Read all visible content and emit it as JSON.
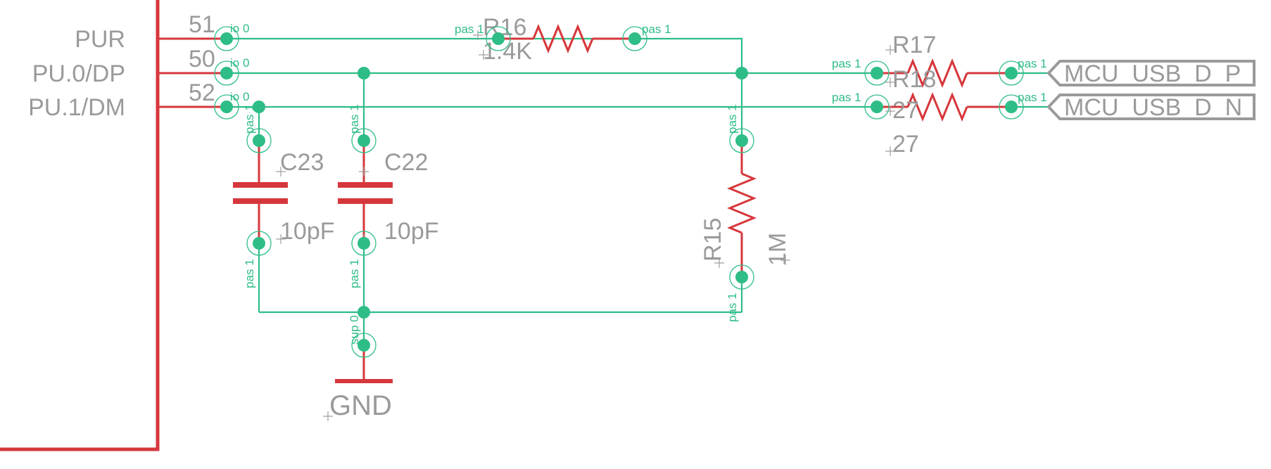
{
  "mcu_pins": {
    "pur": {
      "label": "PUR",
      "number": "51",
      "type": "io 0"
    },
    "dp": {
      "label": "PU.0/DP",
      "number": "50",
      "type": "io 0"
    },
    "dm": {
      "label": "PU.1/DM",
      "number": "52",
      "type": "io 0"
    }
  },
  "r16": {
    "ref": "R16",
    "value": "1.4K",
    "pin_left": "pas 1",
    "pin_right": "pas 1"
  },
  "r17": {
    "ref": "R17",
    "value": "27",
    "pin_left": "pas 1",
    "pin_right": "pas 1"
  },
  "r18": {
    "ref": "R18",
    "value": "27",
    "pin_left": "pas 1",
    "pin_right": "pas 1"
  },
  "r15": {
    "ref": "R15",
    "value": "1M",
    "pin_top": "pas 1",
    "pin_bottom": "pas 1"
  },
  "c23": {
    "ref": "C23",
    "value": "10pF",
    "pin_top": "pas 1",
    "pin_bottom": "pas 1"
  },
  "c22": {
    "ref": "C22",
    "value": "10pF",
    "pin_top": "pas 1",
    "pin_bottom": "pas 1"
  },
  "gnd": {
    "label": "GND",
    "pin": "sup 0"
  },
  "ports": {
    "usb_p": "MCU_USB_D_P",
    "usb_n": "MCU_USB_D_N"
  },
  "colors": {
    "net": "#2ebd86",
    "part": "#d6373c",
    "label": "#9a9a9a"
  }
}
